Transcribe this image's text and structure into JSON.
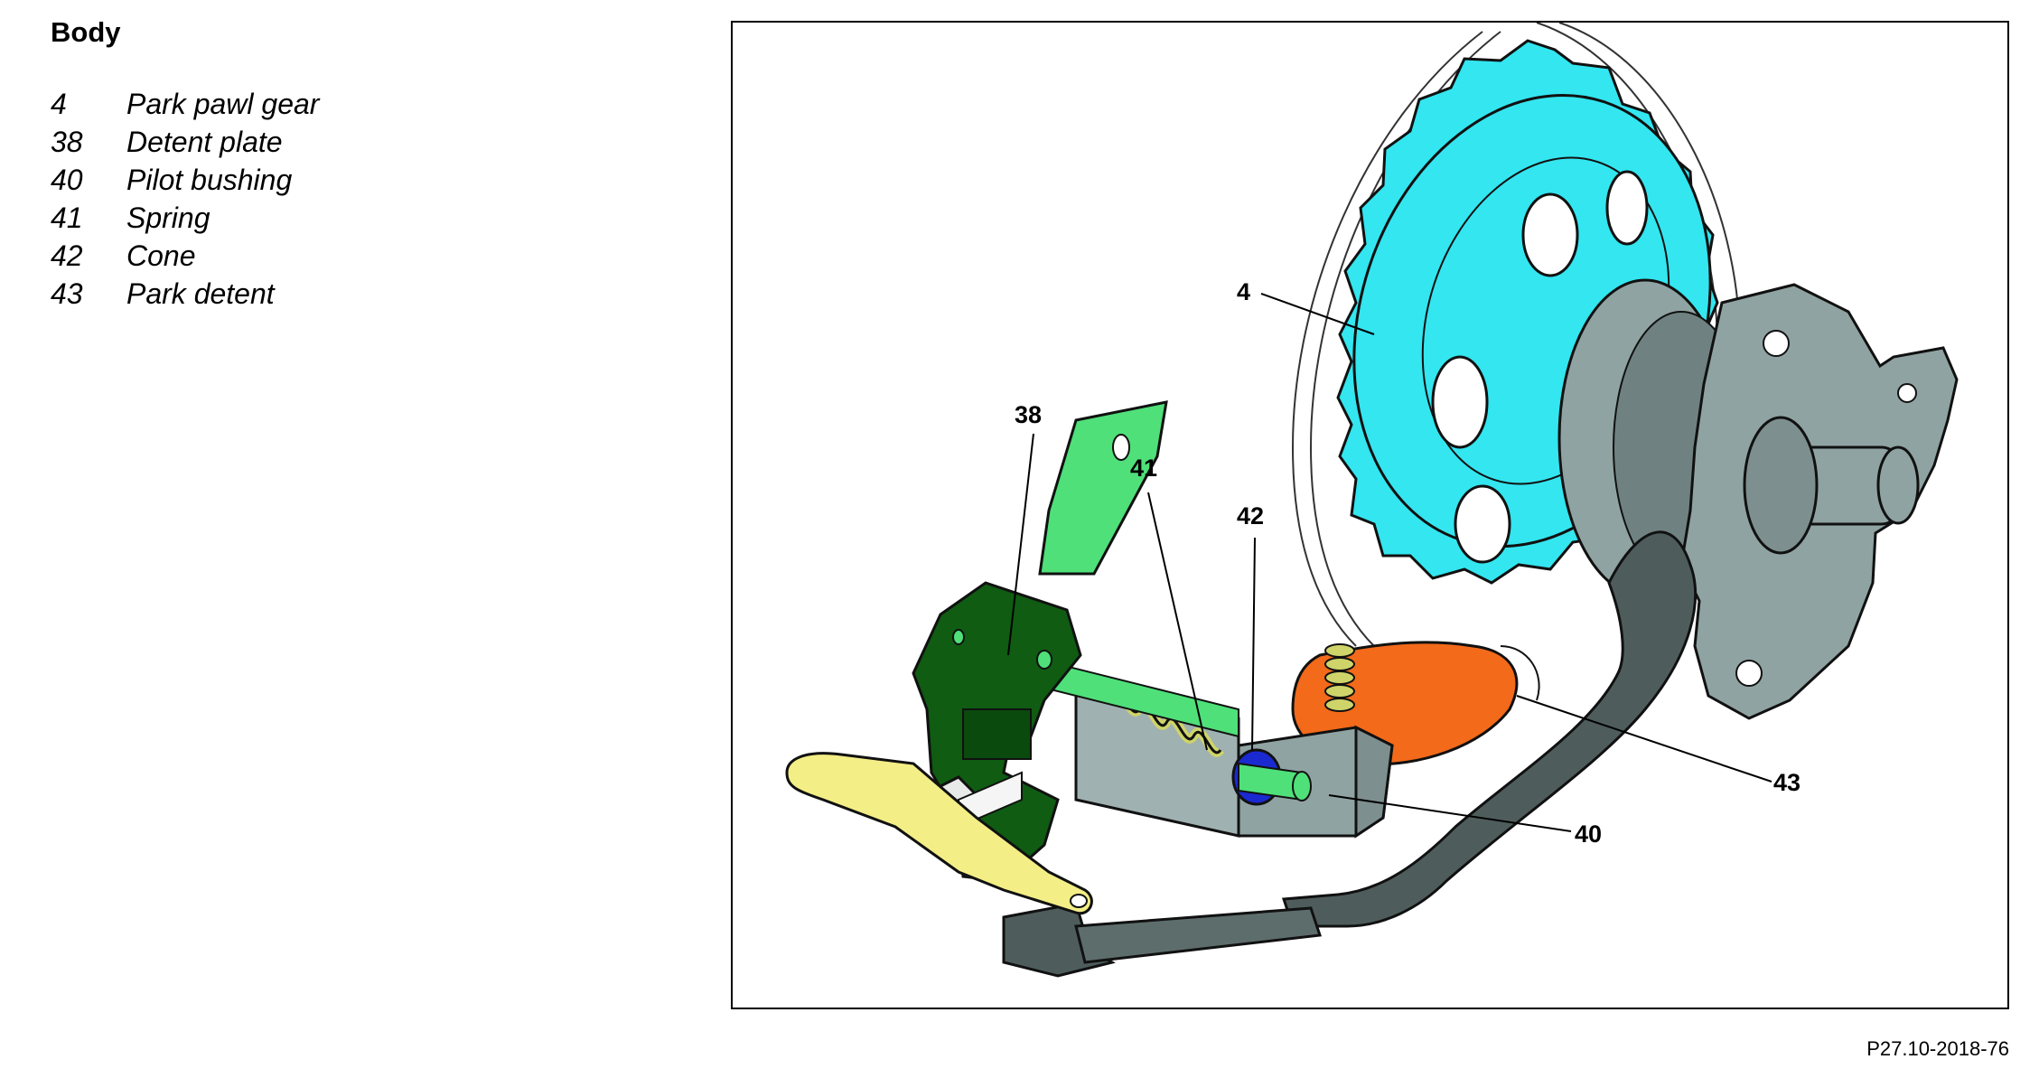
{
  "legend": {
    "title": "Body",
    "items": [
      {
        "number": "4",
        "label": "Park pawl gear"
      },
      {
        "number": "38",
        "label": "Detent plate"
      },
      {
        "number": "40",
        "label": "Pilot bushing"
      },
      {
        "number": "41",
        "label": "Spring"
      },
      {
        "number": "42",
        "label": "Cone"
      },
      {
        "number": "43",
        "label": "Park detent"
      }
    ]
  },
  "callouts": {
    "c4": "4",
    "c38": "38",
    "c41": "41",
    "c42": "42",
    "c43": "43",
    "c40": "40"
  },
  "figure_id": "P27.10-2018-76",
  "colors": {
    "park_pawl_gear": "#33e6f0",
    "detent_plate": "#0f5c12",
    "green_lever": "#4fe07a",
    "spring": "#cfd46a",
    "cone": "#1a2ad0",
    "park_detent": "#f26a1a",
    "pilot_bushing": "#7d8f8e",
    "housing": "#8fa3a2",
    "yellow_lever": "#f3ee86"
  }
}
